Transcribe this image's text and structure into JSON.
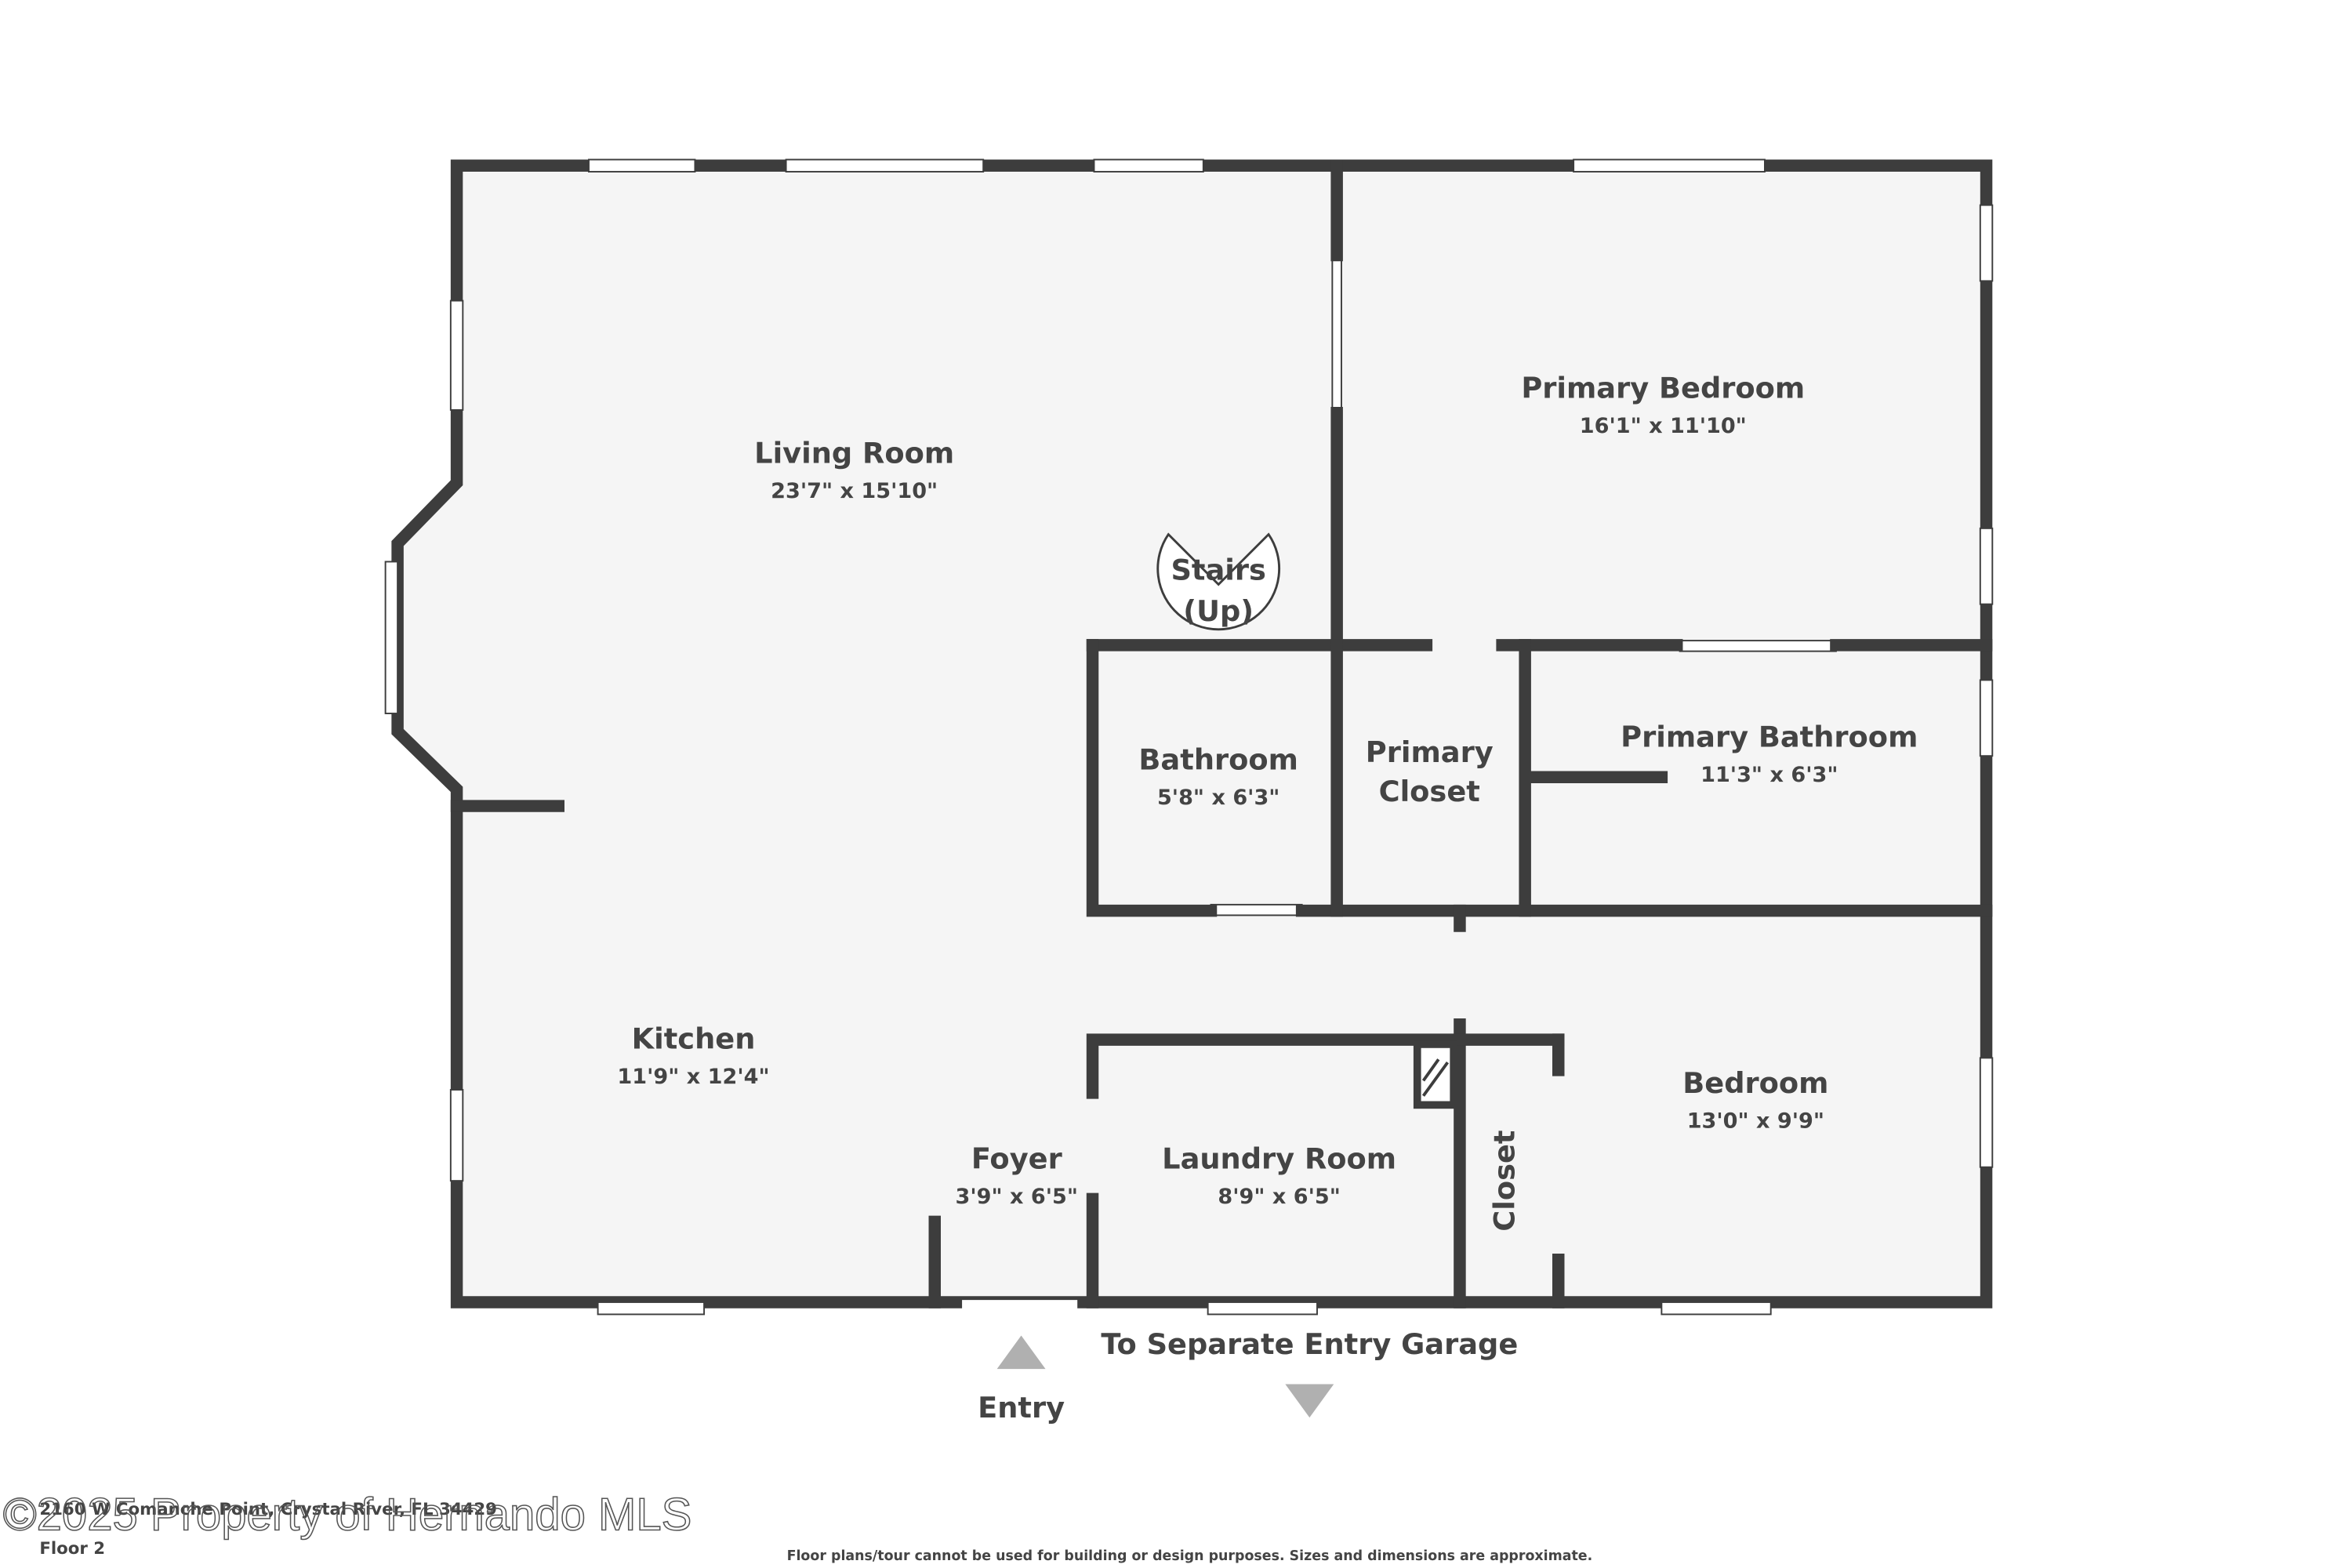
{
  "plan": {
    "floor_label": "Floor 2",
    "address": "2160 W Comanche Point, Crystal River, FL 34429",
    "watermark": "©2025 Property of Hernando MLS",
    "disclaimer": "Floor plans/tour cannot be used for building or design purposes. Sizes and dimensions are approximate.",
    "wall_color": "#3d3d3d",
    "floor_color": "#f5f5f5",
    "rooms": {
      "living": {
        "name": "Living Room",
        "dims": "23'7\" x 15'10\""
      },
      "primary_bedroom": {
        "name": "Primary Bedroom",
        "dims": "16'1\" x 11'10\""
      },
      "bathroom": {
        "name": "Bathroom",
        "dims": "5'8\" x 6'3\""
      },
      "primary_closet": {
        "line1": "Primary",
        "line2": "Closet"
      },
      "primary_bathroom": {
        "name": "Primary Bathroom",
        "dims": "11'3\" x 6'3\""
      },
      "kitchen": {
        "name": "Kitchen",
        "dims": "11'9\" x 12'4\""
      },
      "foyer": {
        "name": "Foyer",
        "dims": "3'9\" x 6'5\""
      },
      "laundry": {
        "name": "Laundry Room",
        "dims": "8'9\" x 6'5\""
      },
      "closet": {
        "name": "Closet"
      },
      "bedroom": {
        "name": "Bedroom",
        "dims": "13'0\" x 9'9\""
      }
    },
    "stairs": {
      "line1": "Stairs",
      "line2": "(Up)"
    },
    "entry_label": "Entry",
    "garage_label": "To Separate Entry Garage"
  }
}
